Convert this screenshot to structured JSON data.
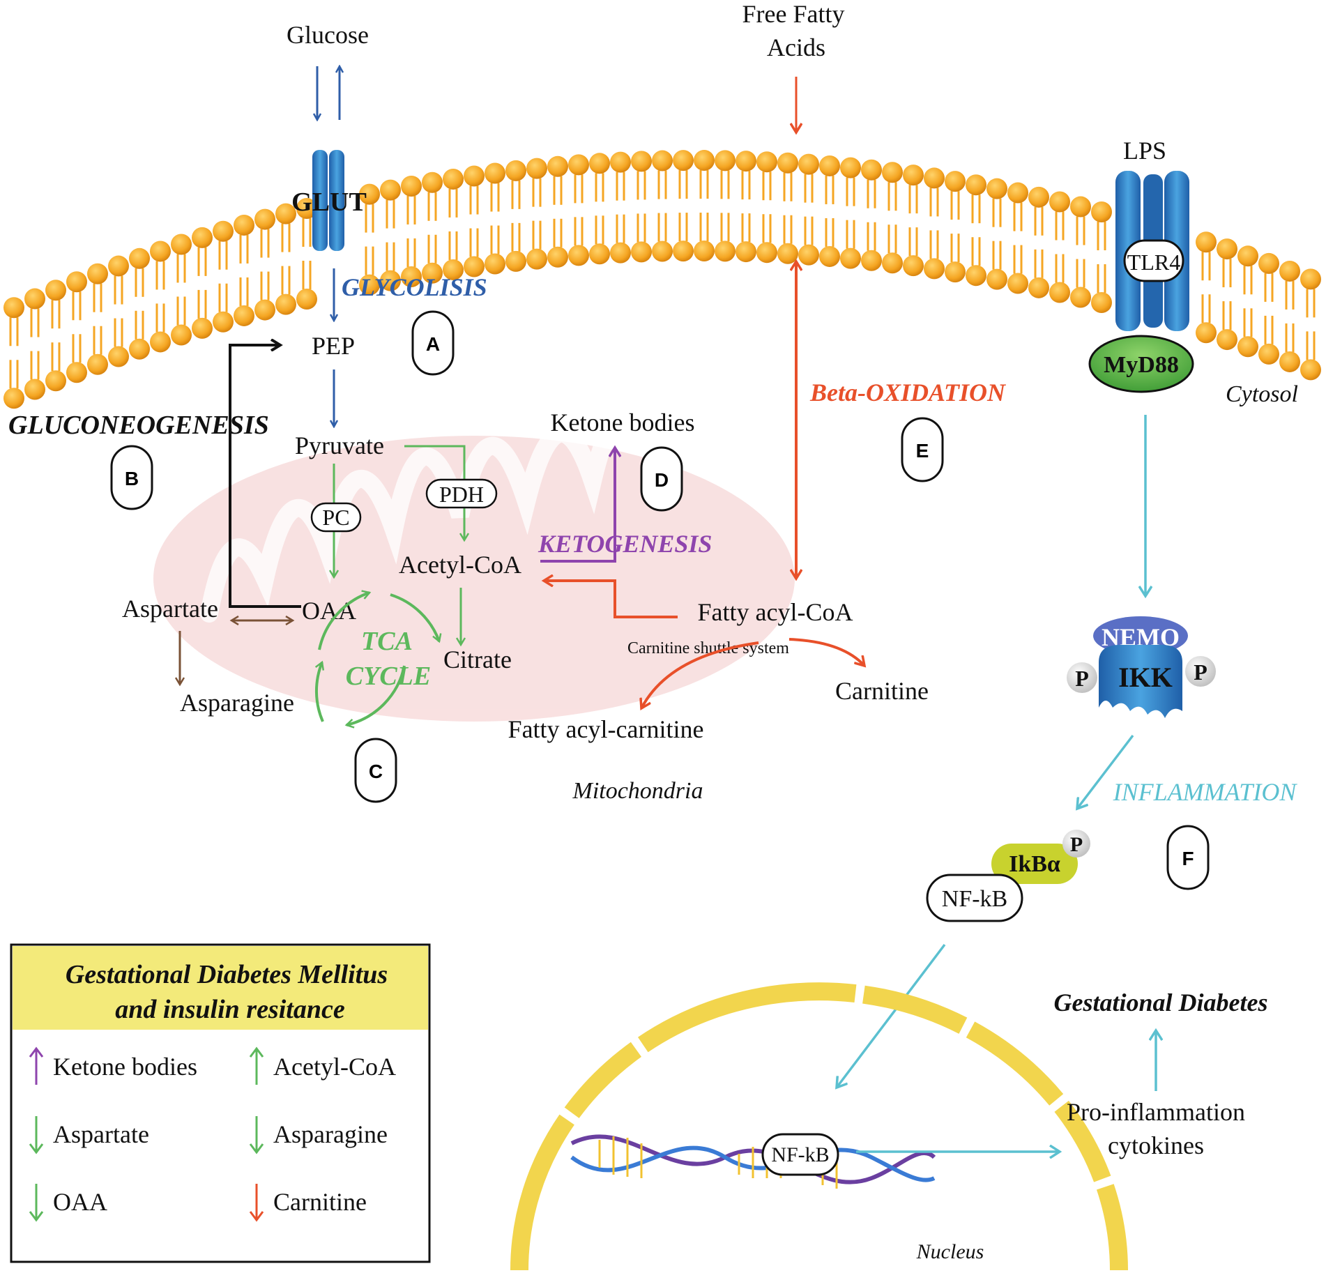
{
  "membrane": {
    "glucose": "Glucose",
    "ffa_line1": "Free Fatty",
    "ffa_line2": "Acids",
    "glut": "GLUT",
    "lps": "LPS",
    "tlr4": "TLR4",
    "myd88": "MyD88",
    "cytosol": "Cytosol"
  },
  "pathways": {
    "glycolysis": "GLYCOLISIS",
    "gluconeogenesis": "GLUCONEOGENESIS",
    "ketogenesis": "KETOGENESIS",
    "beta_oxidation": "Beta-OXIDATION",
    "inflammation": "INFLAMMATION",
    "tca_line1": "TCA",
    "tca_line2": "CYCLE"
  },
  "panels": [
    "A",
    "B",
    "C",
    "D",
    "E",
    "F"
  ],
  "metabolites": {
    "pep": "PEP",
    "pyruvate": "Pyruvate",
    "pc": "PC",
    "pdh": "PDH",
    "acetyl_coa": "Acetyl-CoA",
    "oaa": "OAA",
    "aspartate": "Aspartate",
    "asparagine": "Asparagine",
    "citrate": "Citrate",
    "ketone_bodies": "Ketone bodies",
    "fatty_acyl_coa": "Fatty acyl-CoA",
    "carnitine_shuttle": "Carnitine shuttle system",
    "carnitine": "Carnitine",
    "fatty_acyl_carnitine": "Fatty acyl-carnitine",
    "mitochondria": "Mitochondria"
  },
  "signaling": {
    "nemo": "NEMO",
    "ikk": "IKK",
    "p": "P",
    "ikba": "IkBα",
    "nfkb": "NF-kB",
    "nucleus_nfkb": "NF-kB",
    "nucleus": "Nucleus",
    "gestational_diabetes": "Gestational Diabetes",
    "cytokines_line1": "Pro-inflammation",
    "cytokines_line2": "cytokines"
  },
  "legend": {
    "title_line1": "Gestational Diabetes Mellitus",
    "title_line2": "and insulin resitance",
    "items": [
      {
        "label": "Ketone bodies",
        "direction": "up",
        "color": "#8e44ad"
      },
      {
        "label": "Acetyl-CoA",
        "direction": "up",
        "color": "#5cb85c"
      },
      {
        "label": "Aspartate",
        "direction": "down",
        "color": "#5cb85c"
      },
      {
        "label": "Asparagine",
        "direction": "down",
        "color": "#5cb85c"
      },
      {
        "label": "OAA",
        "direction": "down",
        "color": "#5cb85c"
      },
      {
        "label": "Carnitine",
        "direction": "down",
        "color": "#e8502a"
      }
    ]
  },
  "colors": {
    "blue": "#2f5ea8",
    "green": "#5cb85c",
    "red": "#e8502a",
    "purple": "#8e44ad",
    "brown": "#7a5236",
    "cyan": "#5bc0d0",
    "lipid": "#f5a623",
    "legend_header": "#f3ea7a"
  }
}
